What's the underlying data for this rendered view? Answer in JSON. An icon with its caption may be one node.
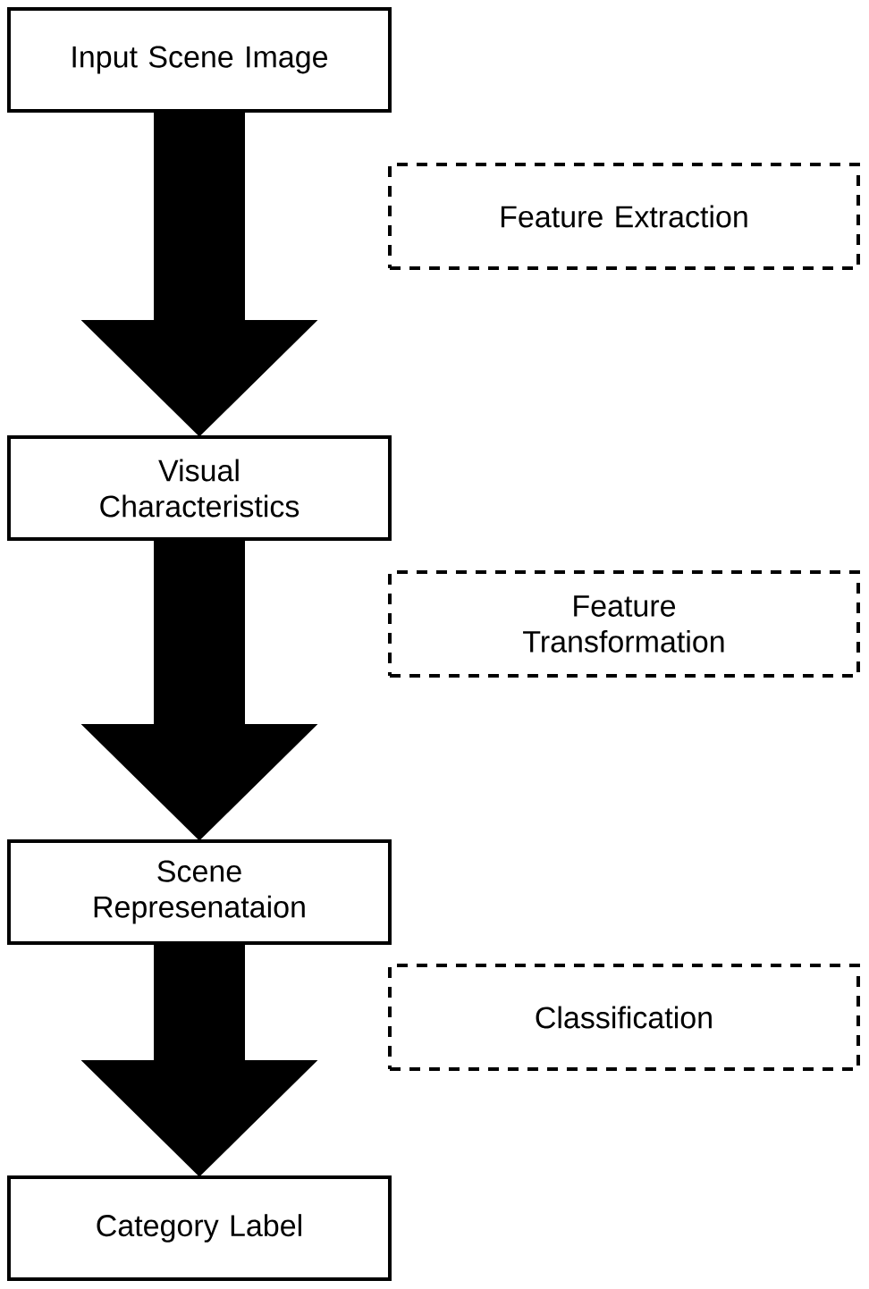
{
  "diagram": {
    "nodes": [
      {
        "text": [
          "Input Scene Image"
        ]
      },
      {
        "text": [
          "Feature Extraction"
        ]
      },
      {
        "text": [
          "Visual Characteristics"
        ]
      },
      {
        "text": [
          "Feature Transformation"
        ]
      },
      {
        "text": [
          "Scene Represenataion"
        ]
      },
      {
        "text": [
          "Classification"
        ]
      },
      {
        "text": [
          "Category Label"
        ]
      }
    ],
    "edges": [
      {
        "from": 0,
        "to": 2,
        "arrow": "to",
        "style": "thick"
      },
      {
        "from": 2,
        "to": 4,
        "arrow": "to",
        "style": "thick"
      },
      {
        "from": 4,
        "to": 6,
        "arrow": "to",
        "style": "thick"
      }
    ]
  }
}
